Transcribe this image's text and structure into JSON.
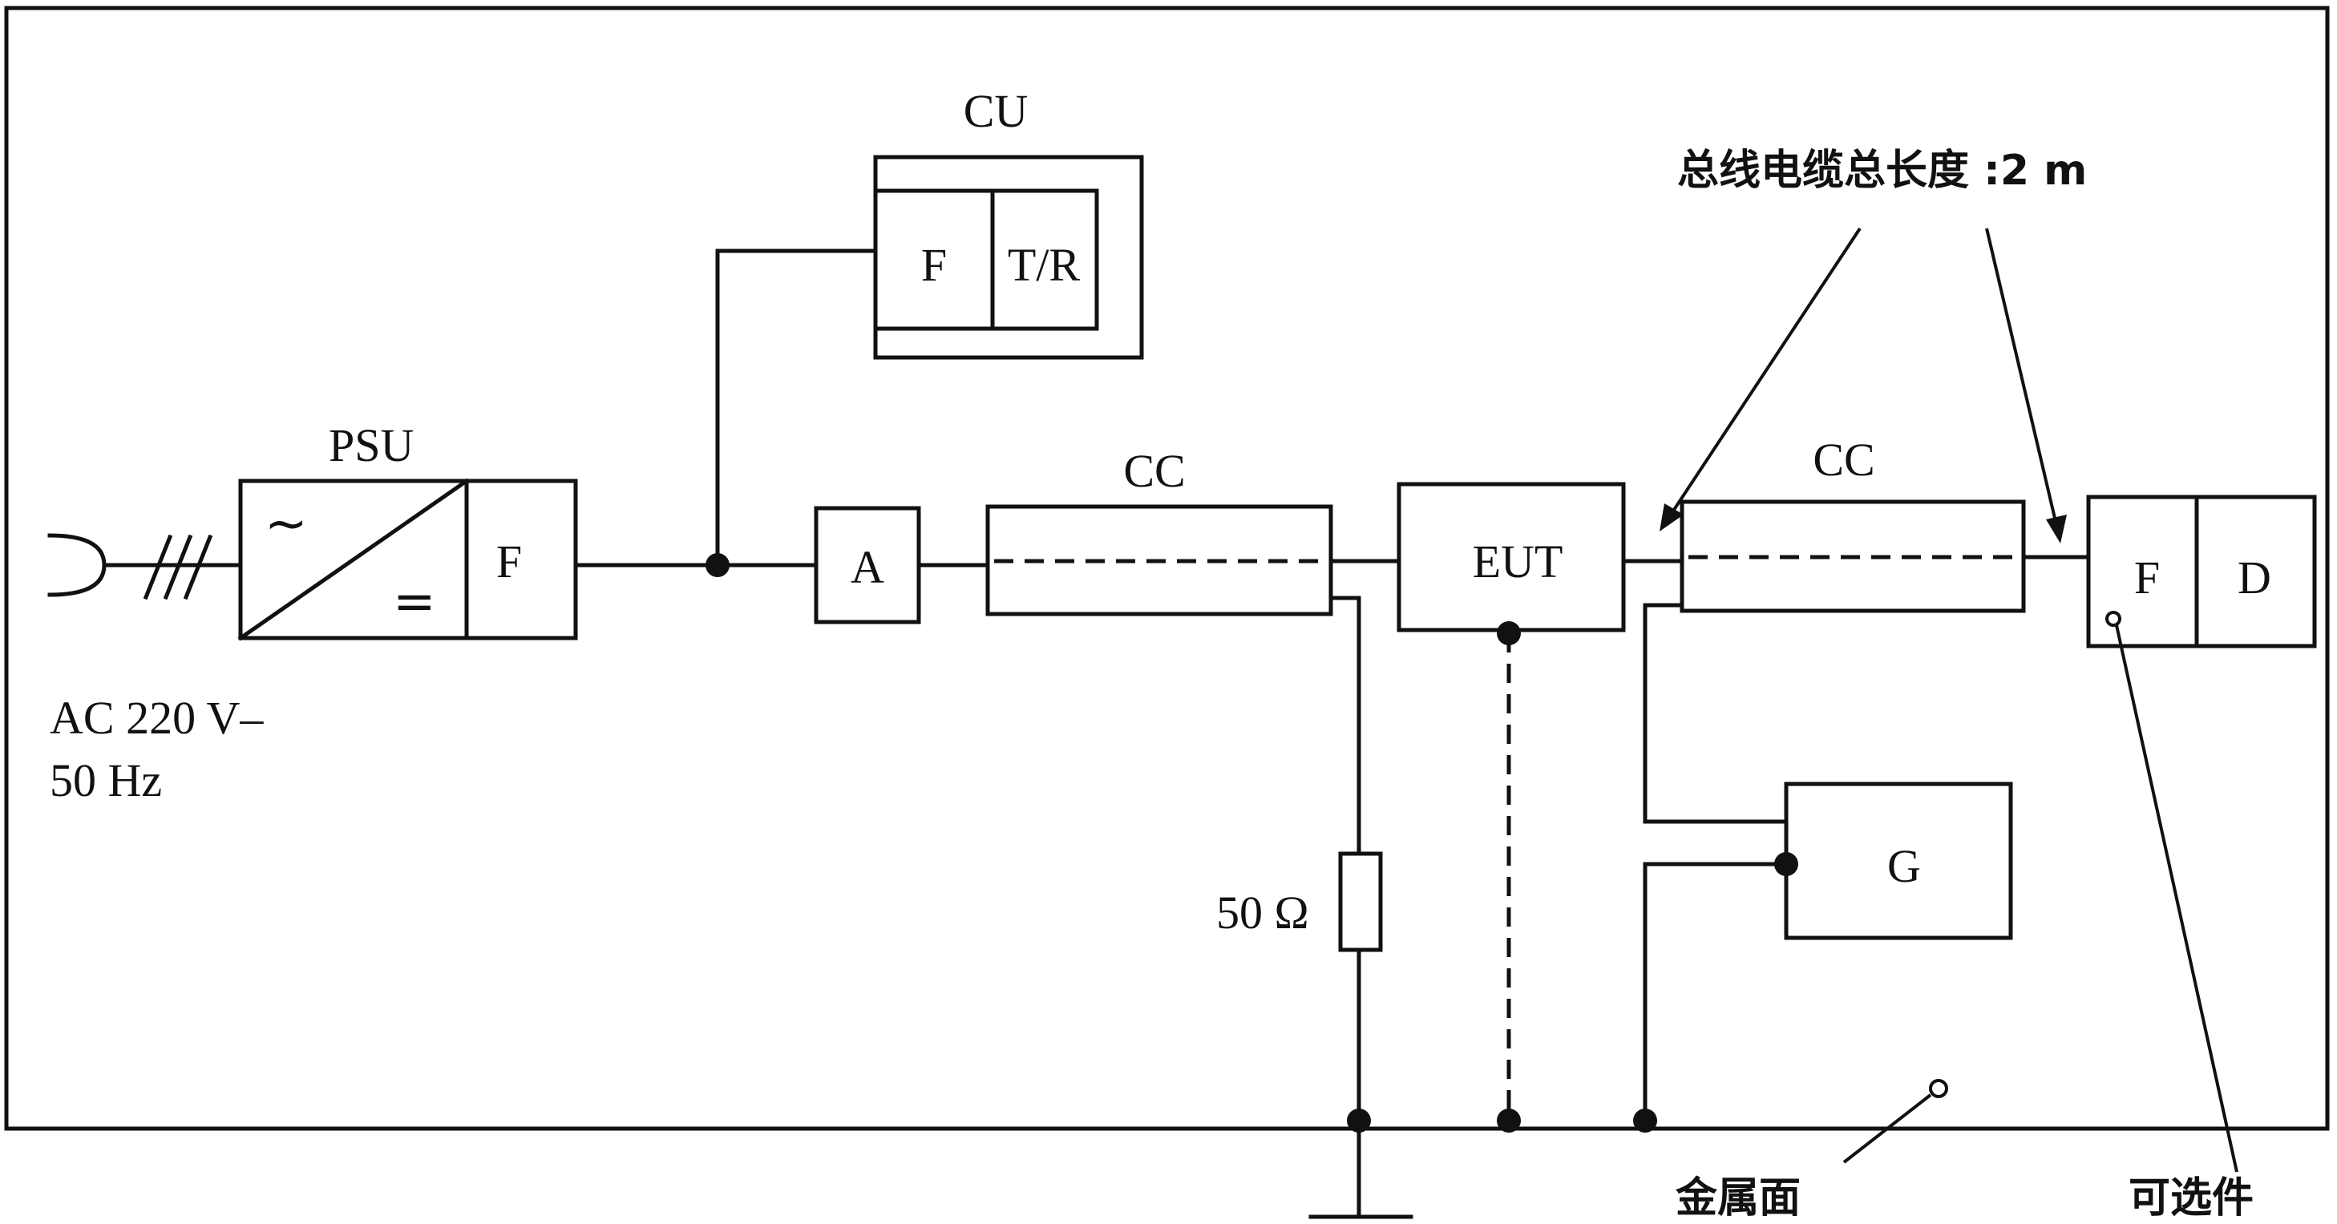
{
  "diagram": {
    "labels": {
      "cu": "CU",
      "cu_f": "F",
      "cu_tr": "T/R",
      "psu": "PSU",
      "psu_ac": "~",
      "psu_dc": "=",
      "psu_f": "F",
      "a": "A",
      "cc_left": "CC",
      "cc_right": "CC",
      "eut": "EUT",
      "g": "G",
      "fd_f": "F",
      "fd_d": "D",
      "resistor": "50 Ω",
      "power_line1": "AC 220 V–",
      "power_line2": "50 Hz",
      "bus_cable": "总线电缆总长度 :2 m",
      "metal_plane": "金属面",
      "optional": "可选件"
    }
  }
}
